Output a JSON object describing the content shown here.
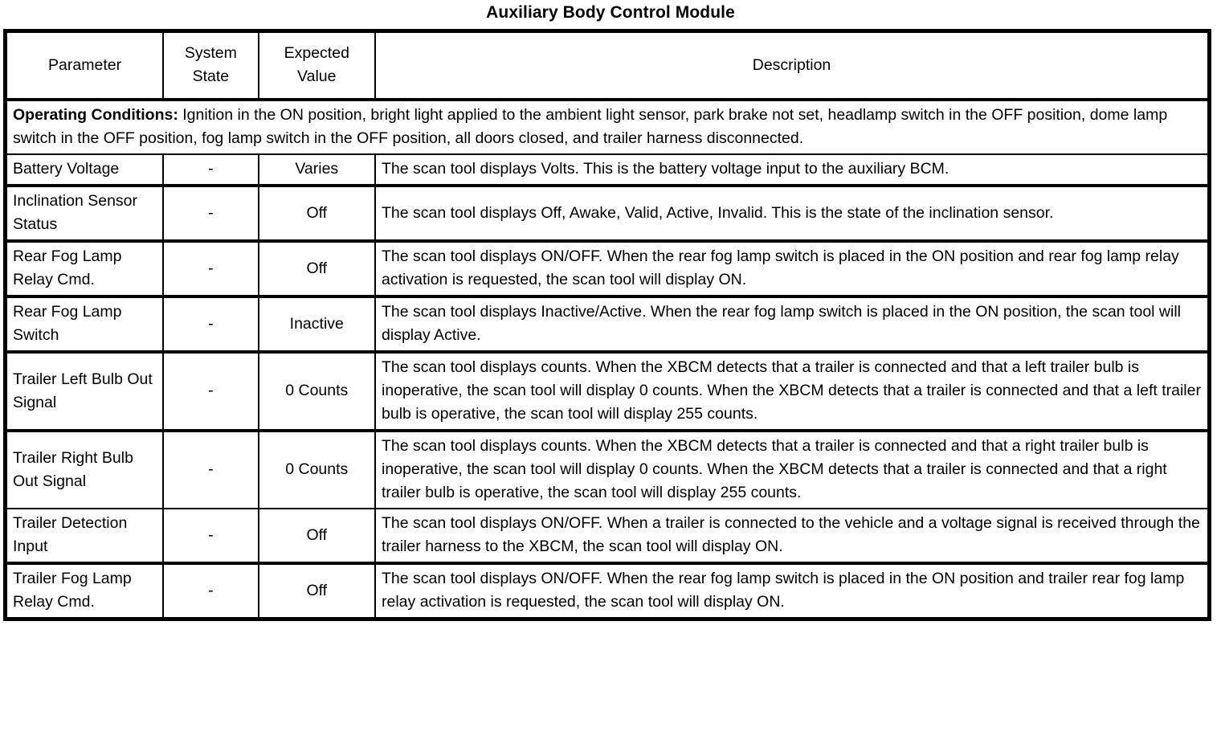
{
  "document": {
    "title": "Auxiliary Body Control Module"
  },
  "table": {
    "headers": {
      "parameter": "Parameter",
      "system_state": "System State",
      "system_state_line1": "System",
      "system_state_line2": "State",
      "expected_value_line1": "Expected",
      "expected_value_line2": "Value",
      "expected_value": "Expected Value",
      "description": "Description"
    },
    "operating_conditions": {
      "label": "Operating Conditions:",
      "text": " Ignition in the ON position, bright light applied to the ambient light sensor, park brake not set, headlamp switch in the OFF position, dome lamp switch in the OFF position, fog lamp switch in the OFF position, all doors closed, and trailer harness disconnected."
    },
    "rows": [
      {
        "parameter": "Battery Voltage",
        "system_state": "-",
        "expected_value": "Varies",
        "description": "The scan tool displays Volts. This is the battery voltage input to the auxiliary BCM."
      },
      {
        "parameter": "Inclination Sensor Status",
        "system_state": "-",
        "expected_value": "Off",
        "description": "The scan tool displays Off, Awake, Valid, Active, Invalid. This is the state of the inclination sensor."
      },
      {
        "parameter": "Rear Fog Lamp Relay Cmd.",
        "system_state": "-",
        "expected_value": "Off",
        "description": "The scan tool displays ON/OFF. When the rear fog lamp switch is placed in the ON position and rear fog lamp relay activation is requested, the scan tool will display ON."
      },
      {
        "parameter": "Rear Fog Lamp Switch",
        "system_state": "-",
        "expected_value": "Inactive",
        "description": "The scan tool displays Inactive/Active. When the rear fog lamp switch is placed in the ON position, the scan tool will display Active."
      },
      {
        "parameter": "Trailer Left Bulb Out Signal",
        "system_state": "-",
        "expected_value": "0 Counts",
        "description": "The scan tool displays counts. When the XBCM detects that a trailer is connected and that a left trailer bulb is inoperative, the scan tool will display 0 counts. When the XBCM detects that a trailer is connected and that a left trailer bulb is operative, the scan tool will display 255 counts."
      },
      {
        "parameter": "Trailer Right Bulb Out Signal",
        "system_state": "-",
        "expected_value": "0 Counts",
        "description": "The scan tool displays counts. When the XBCM detects that a trailer is connected and that a right trailer bulb is inoperative, the scan tool will display 0 counts. When the XBCM detects that a trailer is connected and that a right trailer bulb is operative, the scan tool will display 255 counts."
      },
      {
        "parameter": "Trailer Detection Input",
        "system_state": "-",
        "expected_value": "Off",
        "description": "The scan tool displays ON/OFF. When a trailer is connected to the vehicle and a voltage signal is received through the trailer harness to the XBCM, the scan tool will display ON."
      },
      {
        "parameter": "Trailer Fog Lamp Relay Cmd.",
        "system_state": "-",
        "expected_value": "Off",
        "description": "The scan tool displays ON/OFF. When the rear fog lamp switch is placed in the ON position and trailer rear fog lamp relay activation is requested, the scan tool will display ON."
      }
    ]
  }
}
